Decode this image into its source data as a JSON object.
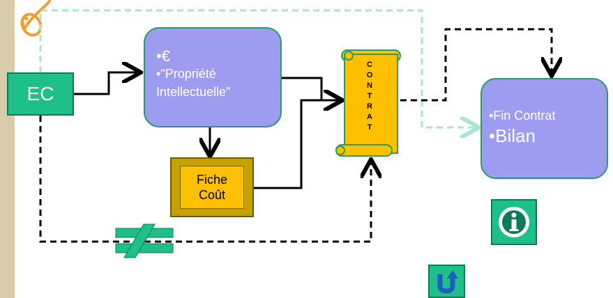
{
  "ec": {
    "label": "EC"
  },
  "propriete": {
    "bullet1": "•€",
    "bullet2_line1": "•\"Propriété",
    "bullet2_line2": "Intellectuelle\""
  },
  "fiche_cout": {
    "line1": "Fiche",
    "line2": "Coût"
  },
  "contrat": {
    "letters": [
      "C",
      "O",
      "N",
      "T",
      "R",
      "A",
      "T"
    ]
  },
  "bilan": {
    "line1": "•Fin Contrat",
    "line2": "•Bilan"
  },
  "buttons": {
    "info_icon": "info-icon",
    "return_icon": "return-arrow-icon"
  },
  "colors": {
    "ec_green": "#1fbf8a",
    "lavender": "#9d9cf0",
    "gold": "#ffc000",
    "dashed_light": "#a6e6d2",
    "scribble_orange": "#f0a030"
  }
}
